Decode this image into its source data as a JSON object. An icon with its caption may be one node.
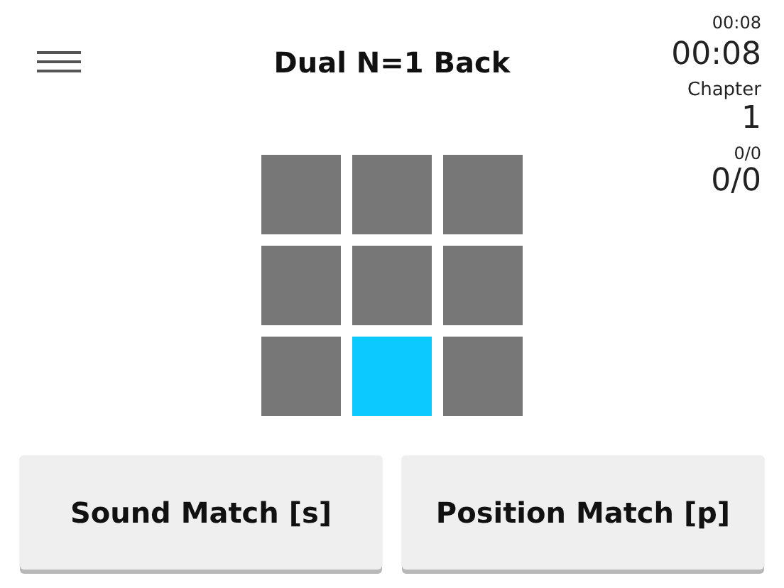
{
  "diagram": {
    "title": "Dual N=1 Back",
    "nodes": [
      {
        "text": [],
        "shape": "box"
      },
      {
        "text": [],
        "shape": "box"
      },
      {
        "text": [],
        "shape": "box"
      },
      {
        "text": [],
        "shape": "box"
      },
      {
        "text": [],
        "shape": "box"
      },
      {
        "text": [],
        "shape": "box"
      },
      {
        "text": [],
        "shape": "box"
      },
      {
        "text": [],
        "shape": "box"
      },
      {
        "text": [],
        "shape": "box"
      },
      {
        "text": [
          "Sound Match [s]"
        ]
      },
      {
        "text": [
          "Position Match [p]"
        ]
      }
    ],
    "labels": [
      "00:08",
      "00:08",
      "Chapter",
      "1",
      "0/0",
      "0/0"
    ]
  }
}
